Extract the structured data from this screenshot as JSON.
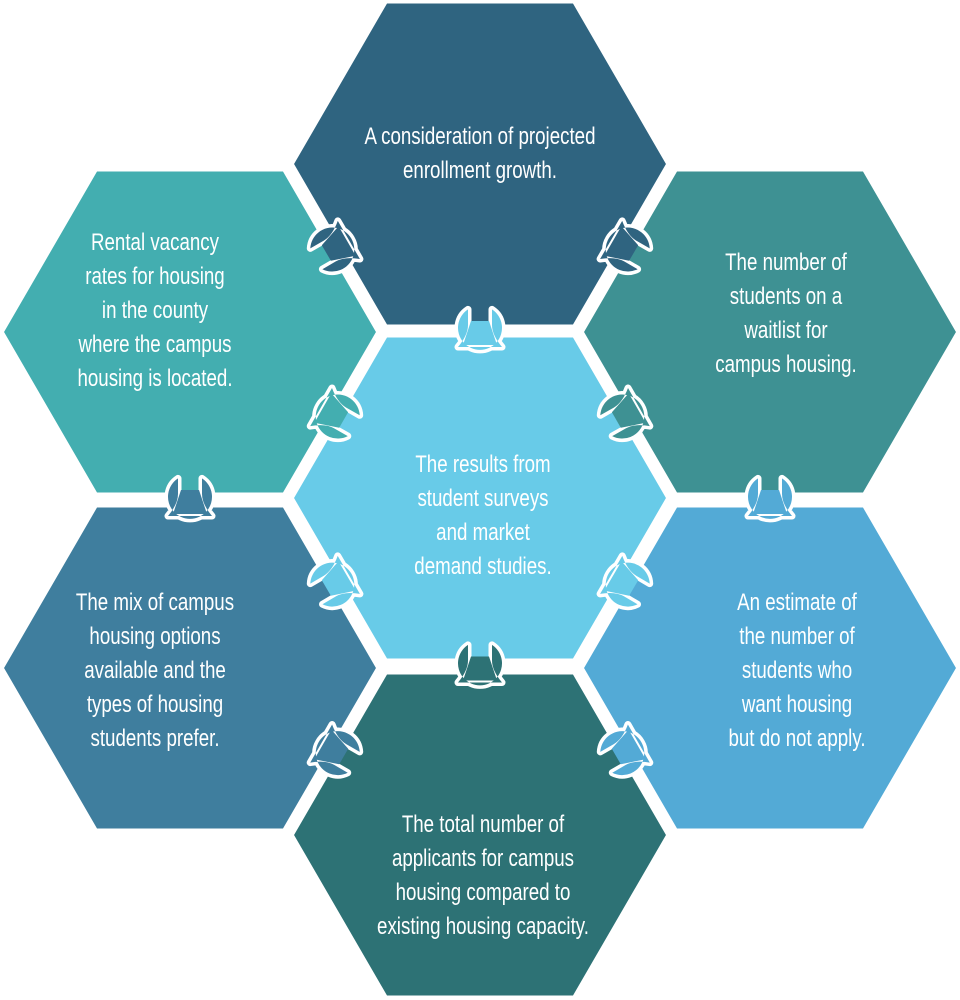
{
  "diagram": {
    "type": "hexagonal-puzzle",
    "background_color": "#ffffff",
    "border_color": "#ffffff",
    "text_color": "#ffffff",
    "pieces": [
      {
        "id": "top",
        "color": "#2f6480",
        "lines": [
          "A consideration of projected",
          "enrollment growth."
        ]
      },
      {
        "id": "top-left",
        "color": "#43aeb0",
        "lines": [
          "Rental vacancy",
          "rates for housing",
          "in the county",
          "where the campus",
          "housing is located."
        ]
      },
      {
        "id": "top-right",
        "color": "#3e9193",
        "lines": [
          "The number of",
          "students on a",
          "waitlist for",
          "campus housing."
        ]
      },
      {
        "id": "center",
        "color": "#68cbe8",
        "lines": [
          "The results from",
          "student surveys",
          "and market",
          "demand studies."
        ]
      },
      {
        "id": "bottom-left",
        "color": "#3f7e9e",
        "lines": [
          "The mix of campus",
          "housing options",
          "available and the",
          "types of housing",
          "students prefer."
        ]
      },
      {
        "id": "bottom-right",
        "color": "#53aad6",
        "lines": [
          "An estimate of",
          "the number of",
          "students who",
          "want housing",
          "but do not apply."
        ]
      },
      {
        "id": "bottom",
        "color": "#2d7275",
        "lines": [
          "The total number of",
          "applicants for campus",
          "housing compared to",
          "existing housing capacity."
        ]
      }
    ],
    "connections": [
      {
        "from": "top",
        "into": "top-left"
      },
      {
        "from": "top",
        "into": "top-right"
      },
      {
        "from": "center",
        "into": "top"
      },
      {
        "from": "top-left",
        "into": "center"
      },
      {
        "from": "top-right",
        "into": "center"
      },
      {
        "from": "bottom-left",
        "into": "top-left"
      },
      {
        "from": "bottom-right",
        "into": "top-right"
      },
      {
        "from": "center",
        "into": "bottom-left"
      },
      {
        "from": "center",
        "into": "bottom-right"
      },
      {
        "from": "bottom",
        "into": "center"
      },
      {
        "from": "bottom-left",
        "into": "bottom"
      },
      {
        "from": "bottom-right",
        "into": "bottom"
      }
    ]
  }
}
